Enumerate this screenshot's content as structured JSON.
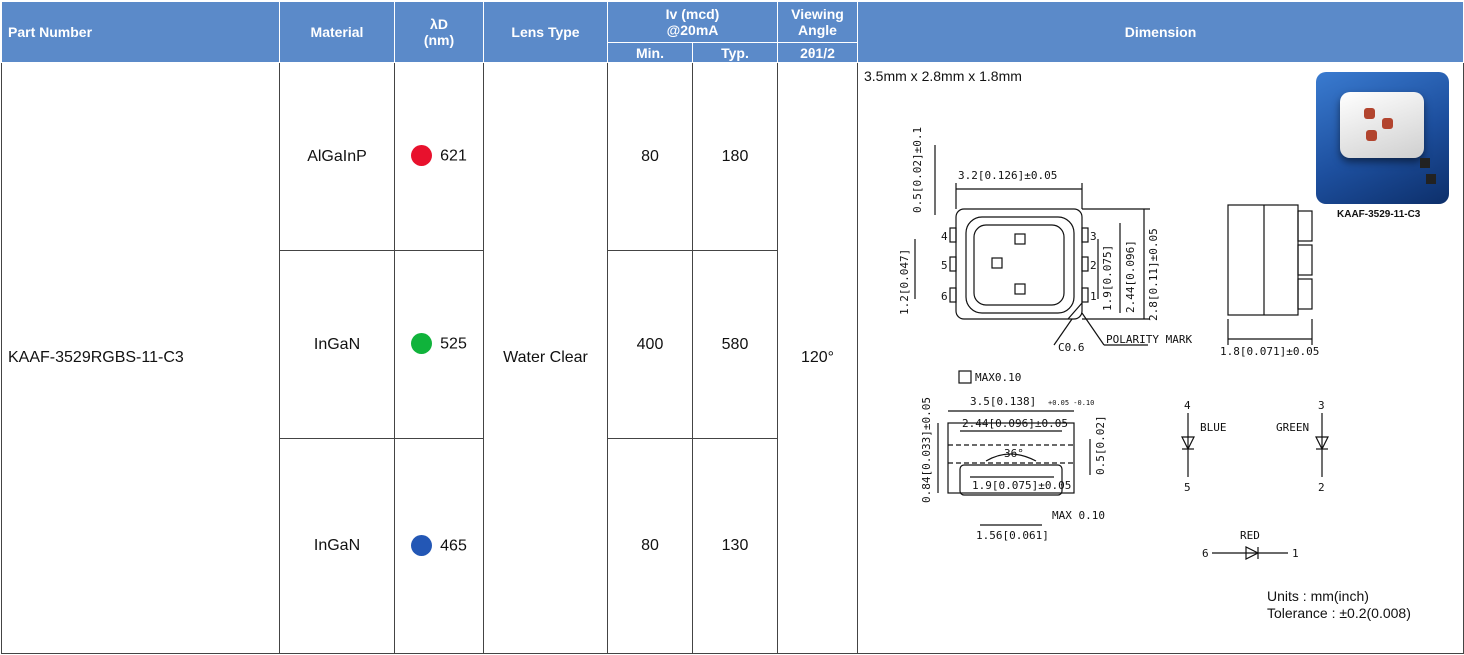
{
  "headers": {
    "part_number": "Part Number",
    "material": "Material",
    "lambda_d": "λD",
    "lambda_unit": "(nm)",
    "lens_type": "Lens Type",
    "iv": "Iv (mcd)",
    "iv_cond": "@20mA",
    "iv_min": "Min.",
    "iv_typ": "Typ.",
    "viewing": "Viewing",
    "angle": "Angle",
    "two_theta": "2θ1/2",
    "dimension": "Dimension"
  },
  "part_number": "KAAF-3529RGBS-11-C3",
  "lens_type": "Water Clear",
  "viewing_angle": "120°",
  "rows": [
    {
      "material": "AlGaInP",
      "color": "#e8112d",
      "wavelength": "621",
      "min": "80",
      "typ": "180"
    },
    {
      "material": "InGaN",
      "color": "#10b33b",
      "wavelength": "525",
      "min": "400",
      "typ": "580"
    },
    {
      "material": "InGaN",
      "color": "#2357b5",
      "wavelength": "465",
      "min": "80",
      "typ": "130"
    }
  ],
  "dimension": {
    "size": "3.5mm x 2.8mm x 1.8mm",
    "image_caption": "KAAF-3529-11-C3",
    "units": "Units : mm(inch)",
    "tolerance": "Tolerance : ±0.2(0.008)",
    "labels": {
      "d32": "3.2[0.126]±0.05",
      "d05v": "0.5[0.02]±0.1",
      "d12": "1.2[0.047]",
      "d19": "1.9[0.075]",
      "d244v": "2.44[0.096]",
      "d28": "2.8[0.11]±0.05",
      "p4": "4",
      "p5": "5",
      "p6": "6",
      "p3": "3",
      "p2": "2",
      "p1": "1",
      "c06": "C0.6",
      "polarity": "POLARITY MARK",
      "d18": "1.8[0.071]±0.05",
      "max010a": "MAX0.10",
      "d35": "3.5[0.138]",
      "tol35": "+0.05 -0.10",
      "d244": "2.44[0.096]±0.05",
      "d084": "0.84[0.033]±0.05",
      "d05b": "0.5[0.02]",
      "a36": "36°",
      "d19b": "1.9[0.075]±0.05",
      "max010b": "MAX 0.10",
      "d156": "1.56[0.061]",
      "c4": "4",
      "c3": "3",
      "c5": "5",
      "c2": "2",
      "c6": "6",
      "c1": "1",
      "blue": "BLUE",
      "green": "GREEN",
      "red": "RED"
    }
  }
}
